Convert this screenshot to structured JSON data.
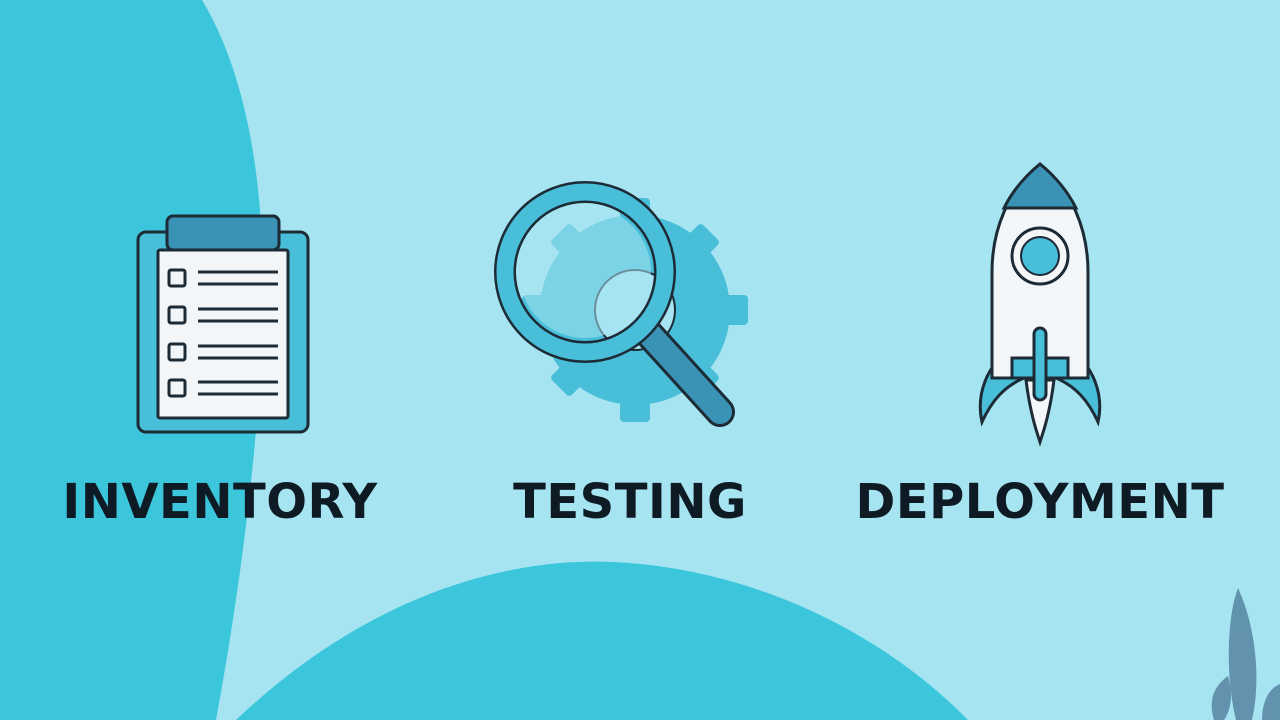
{
  "colors": {
    "background": "#A7E4F1",
    "blob": "#3CC6DC",
    "icon_fill": "#48BED9",
    "icon_dark": "#3A93B5",
    "outline": "#1D2B36",
    "paper": "#F3F6F8",
    "text": "#0E1A24",
    "leaf": "#5B8AA6"
  },
  "steps": [
    {
      "label": "INVENTORY",
      "icon": "clipboard-checklist-icon"
    },
    {
      "label": "TESTING",
      "icon": "magnifier-gear-icon"
    },
    {
      "label": "DEPLOYMENT",
      "icon": "rocket-icon"
    }
  ]
}
